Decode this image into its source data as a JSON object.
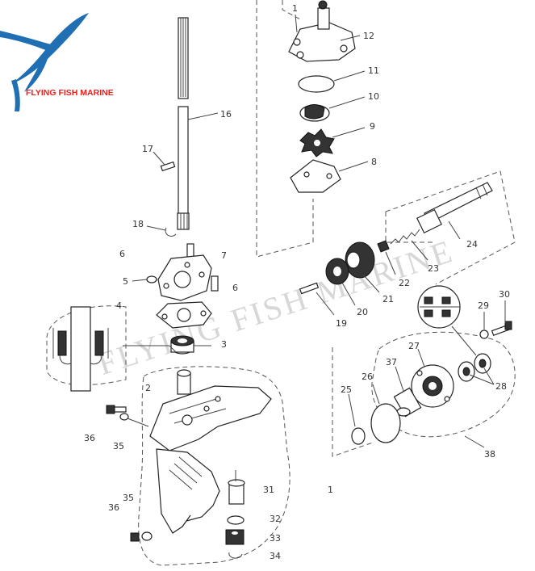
{
  "brand": {
    "name": "FLYING FISH MARINE",
    "watermark": "FLYING FISH MARINE",
    "colors": {
      "logo_blue": "#1f6fb2",
      "logo_red": "#e8231e"
    }
  },
  "labels": {
    "l1_top": "1",
    "l12": "12",
    "l11": "11",
    "l10": "10",
    "l9": "9",
    "l8": "8",
    "l16": "16",
    "l17": "17",
    "l18": "18",
    "l6a": "6",
    "l7": "7",
    "l5": "5",
    "l6b": "6",
    "l4": "4",
    "l3": "3",
    "l2": "2",
    "l24": "24",
    "l23": "23",
    "l22": "22",
    "l21": "21",
    "l20": "20",
    "l19": "19",
    "l30": "30",
    "l29": "29",
    "l27": "27",
    "l37": "37",
    "l26": "26",
    "l25": "25",
    "l28": "28",
    "l38": "38",
    "l36a": "36",
    "l35a": "35",
    "l35b": "35",
    "l36b": "36",
    "l31": "31",
    "l1_bottom": "1",
    "l32": "32",
    "l33": "33",
    "l34": "34"
  }
}
